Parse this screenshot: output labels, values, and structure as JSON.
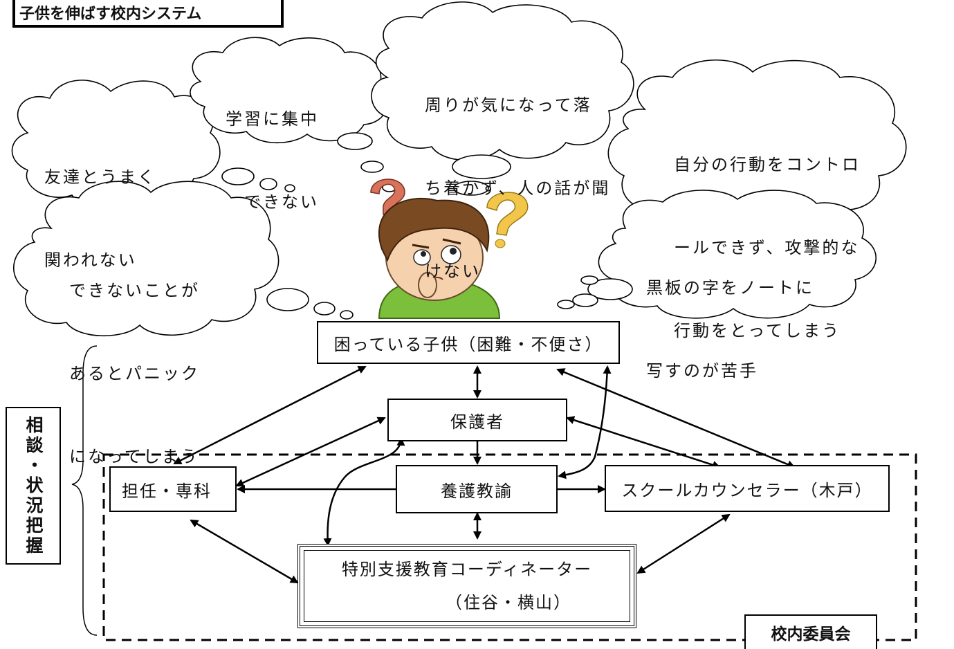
{
  "title": "子供を伸ばす校内システム",
  "side_label": "相談・状況把握",
  "committee_label": "校内委員会",
  "clouds": [
    {
      "id": "friends",
      "lines": [
        "友達とうまく",
        "関われない"
      ]
    },
    {
      "id": "study",
      "lines": [
        "学習に集中",
        "　できない"
      ]
    },
    {
      "id": "surroundings",
      "lines": [
        "周りが気になって落",
        "ち着かず、人の話が聞",
        "けない"
      ]
    },
    {
      "id": "self-control",
      "lines": [
        "自分の行動をコントロ",
        "ールできず、攻撃的な",
        "行動をとってしまう"
      ]
    },
    {
      "id": "panic",
      "lines": [
        "できないことが",
        "あるとパニック",
        "になってしまう"
      ]
    },
    {
      "id": "blackboard",
      "lines": [
        "黒板の字をノートに",
        "写すのが苦手"
      ]
    }
  ],
  "boxes": {
    "child": "困っている子供（困難・不便さ）",
    "guardian": "保護者",
    "teacher": "担任・専科",
    "nurse": "養護教諭",
    "counselor": "スクールカウンセラー（木戸）",
    "coordinator_line1": "特別支援教育コーディネーター",
    "coordinator_line2": "（住谷・横山）"
  }
}
